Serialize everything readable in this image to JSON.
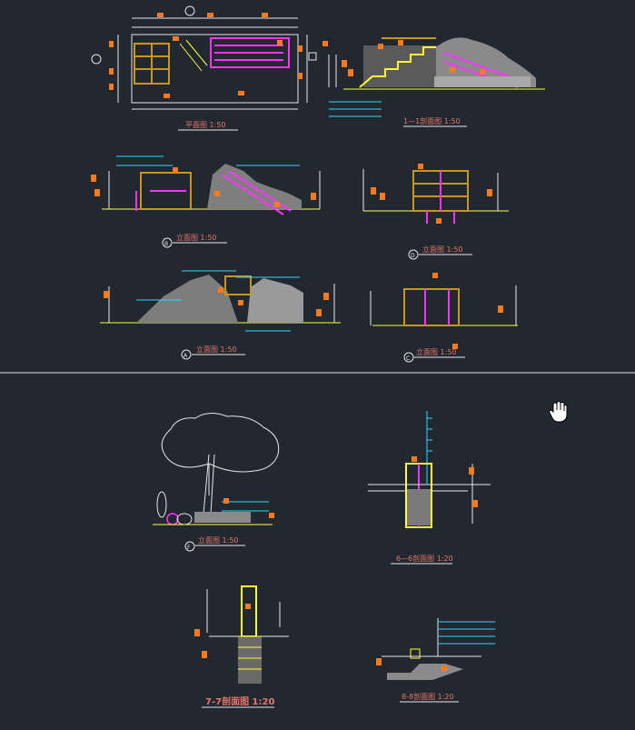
{
  "drawings": {
    "plan": {
      "title": "平面图 1:50"
    },
    "section_1": {
      "title": "1—1剖面图 1:50"
    },
    "elev_b": {
      "marker": "B",
      "title": "立面图 1:50"
    },
    "elev_d": {
      "marker": "D",
      "title": "立面图 1:50"
    },
    "elev_a": {
      "marker": "A",
      "title": "立面图 1:50"
    },
    "elev_c": {
      "marker": "C",
      "title": "立面图 1:50"
    },
    "elev_f": {
      "marker": "F",
      "title": "立面图 1:50"
    },
    "section_6": {
      "title": "6—6剖面图 1:20"
    },
    "section_7": {
      "title": "7-7剖面图 1:20"
    },
    "section_8": {
      "title": "8-8剖面图 1:20"
    }
  },
  "colors": {
    "background": "#212830",
    "line_white": "#e6e6e6",
    "line_yellow": "#ffff33",
    "line_magenta": "#ff33ff",
    "line_cyan": "#33d6ff",
    "text_orange": "#ff7a1a",
    "title_red": "#e8766a"
  },
  "cursor": {
    "icon": "hand-pan-icon"
  }
}
